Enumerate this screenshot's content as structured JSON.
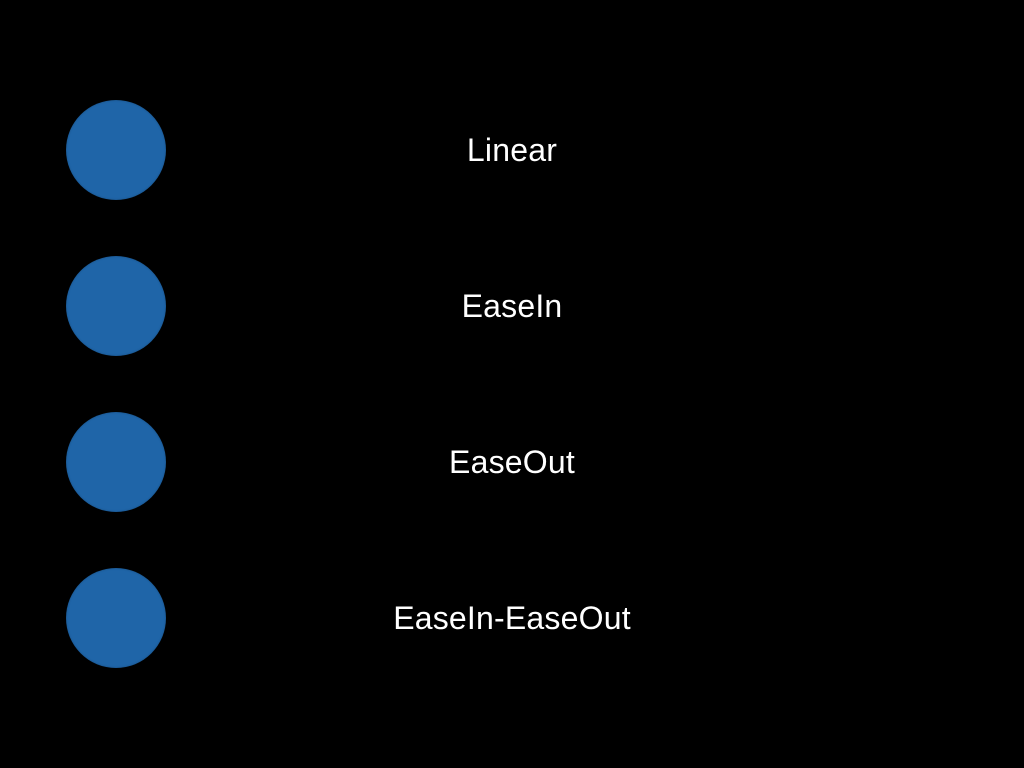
{
  "colors": {
    "background": "#000000",
    "ball": "#1f65a8",
    "text": "#ffffff"
  },
  "rows": [
    {
      "label": "Linear"
    },
    {
      "label": "EaseIn"
    },
    {
      "label": "EaseOut"
    },
    {
      "label": "EaseIn-EaseOut"
    }
  ]
}
